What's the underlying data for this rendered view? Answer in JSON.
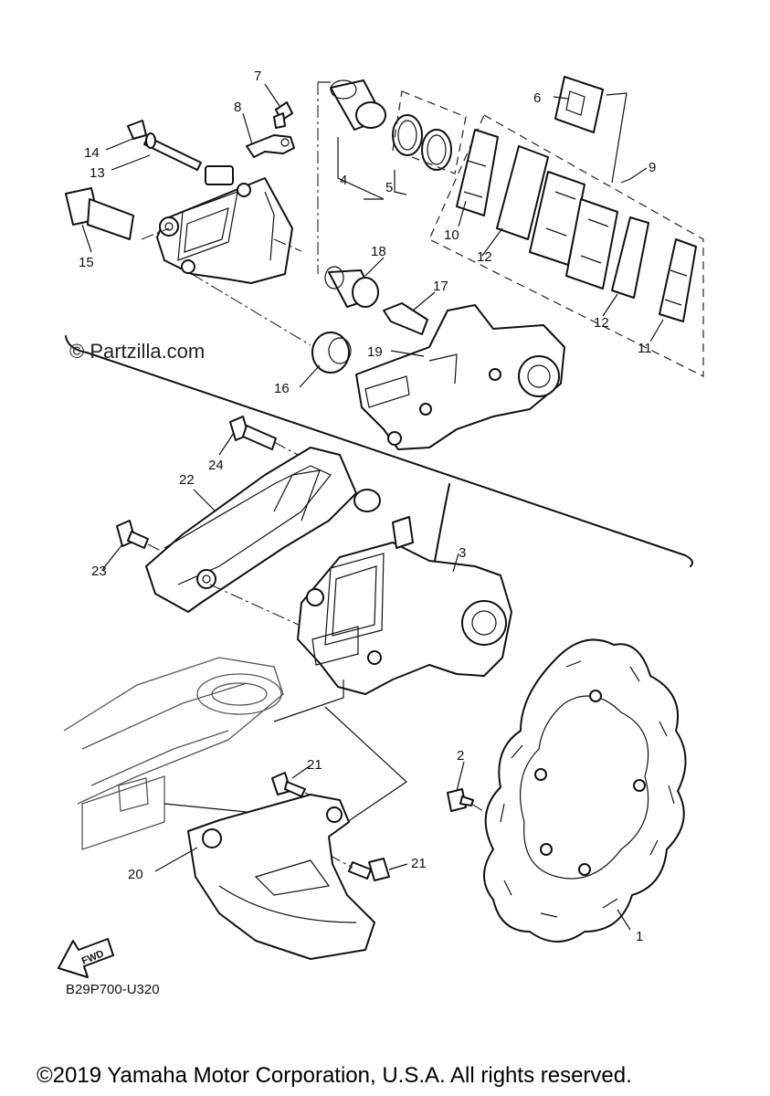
{
  "watermark": "© Partzilla.com",
  "diagram_code": "B29P700-U320",
  "copyright": "©2019 Yamaha Motor Corporation, U.S.A. All rights reserved.",
  "fwd_label": "FWD",
  "callouts": {
    "c1": "1",
    "c2": "2",
    "c3": "3",
    "c4": "4",
    "c5": "5",
    "c6": "6",
    "c7": "7",
    "c8": "8",
    "c9": "9",
    "c10": "10",
    "c11": "11",
    "c12a": "12",
    "c12b": "12",
    "c13": "13",
    "c14": "14",
    "c15": "15",
    "c16": "16",
    "c17": "17",
    "c18": "18",
    "c19": "19",
    "c20": "20",
    "c21a": "21",
    "c21b": "21",
    "c22": "22",
    "c23": "23",
    "c24": "24"
  }
}
